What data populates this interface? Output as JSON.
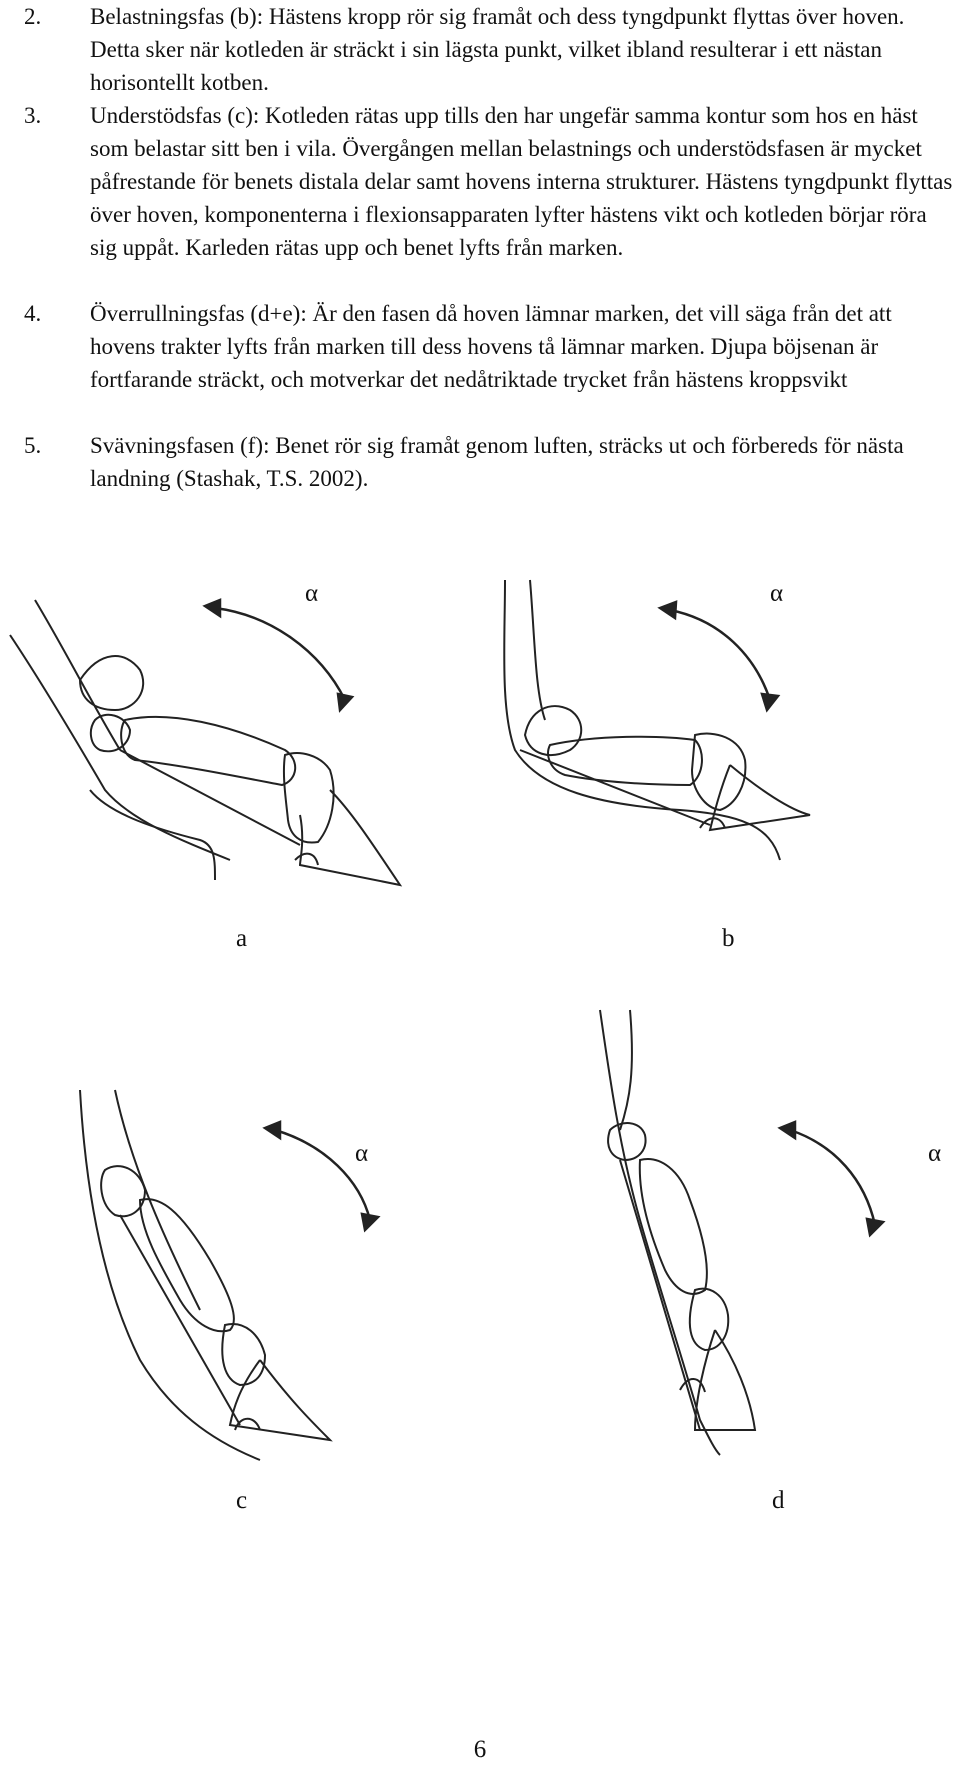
{
  "list": [
    {
      "num": "2.",
      "text": "Belastningsfas (b): Hästens kropp rör sig framåt och dess tyngdpunkt flyttas över hoven. Detta sker när kotleden är sträckt i sin lägsta punkt, vilket ibland resulterar i ett nästan horisontellt kotben."
    },
    {
      "num": "3.",
      "text": "Understödsfas (c): Kotleden rätas upp tills den har ungefär samma kontur som hos en häst som belastar sitt ben i vila. Övergången mellan belastnings och understödsfasen är mycket påfrestande för benets distala delar samt hovens interna strukturer. Hästens tyngdpunkt flyttas över hoven, komponenterna i flexionsapparaten lyfter hästens vikt och kotleden börjar röra sig uppåt. Karleden rätas upp och benet lyfts från marken."
    },
    {
      "num": "4.",
      "text": "Överrullningsfas (d+e): Är den fasen då hoven lämnar marken, det vill säga från det att hovens trakter lyfts från marken till dess hovens tå lämnar marken. Djupa böjsenan är fortfarande sträckt, och motverkar det nedåtriktade trycket från hästens kroppsvikt"
    },
    {
      "num": "5.",
      "text": "Svävningsfasen (f): Benet rör sig framåt genom luften, sträcks ut och förbereds för nästa landning (Stashak, T.S. 2002)."
    }
  ],
  "figures": [
    {
      "label": "a",
      "alpha": "α"
    },
    {
      "label": "b",
      "alpha": "α"
    },
    {
      "label": "c",
      "alpha": "α"
    },
    {
      "label": "d",
      "alpha": "α"
    }
  ],
  "page_number": "6"
}
